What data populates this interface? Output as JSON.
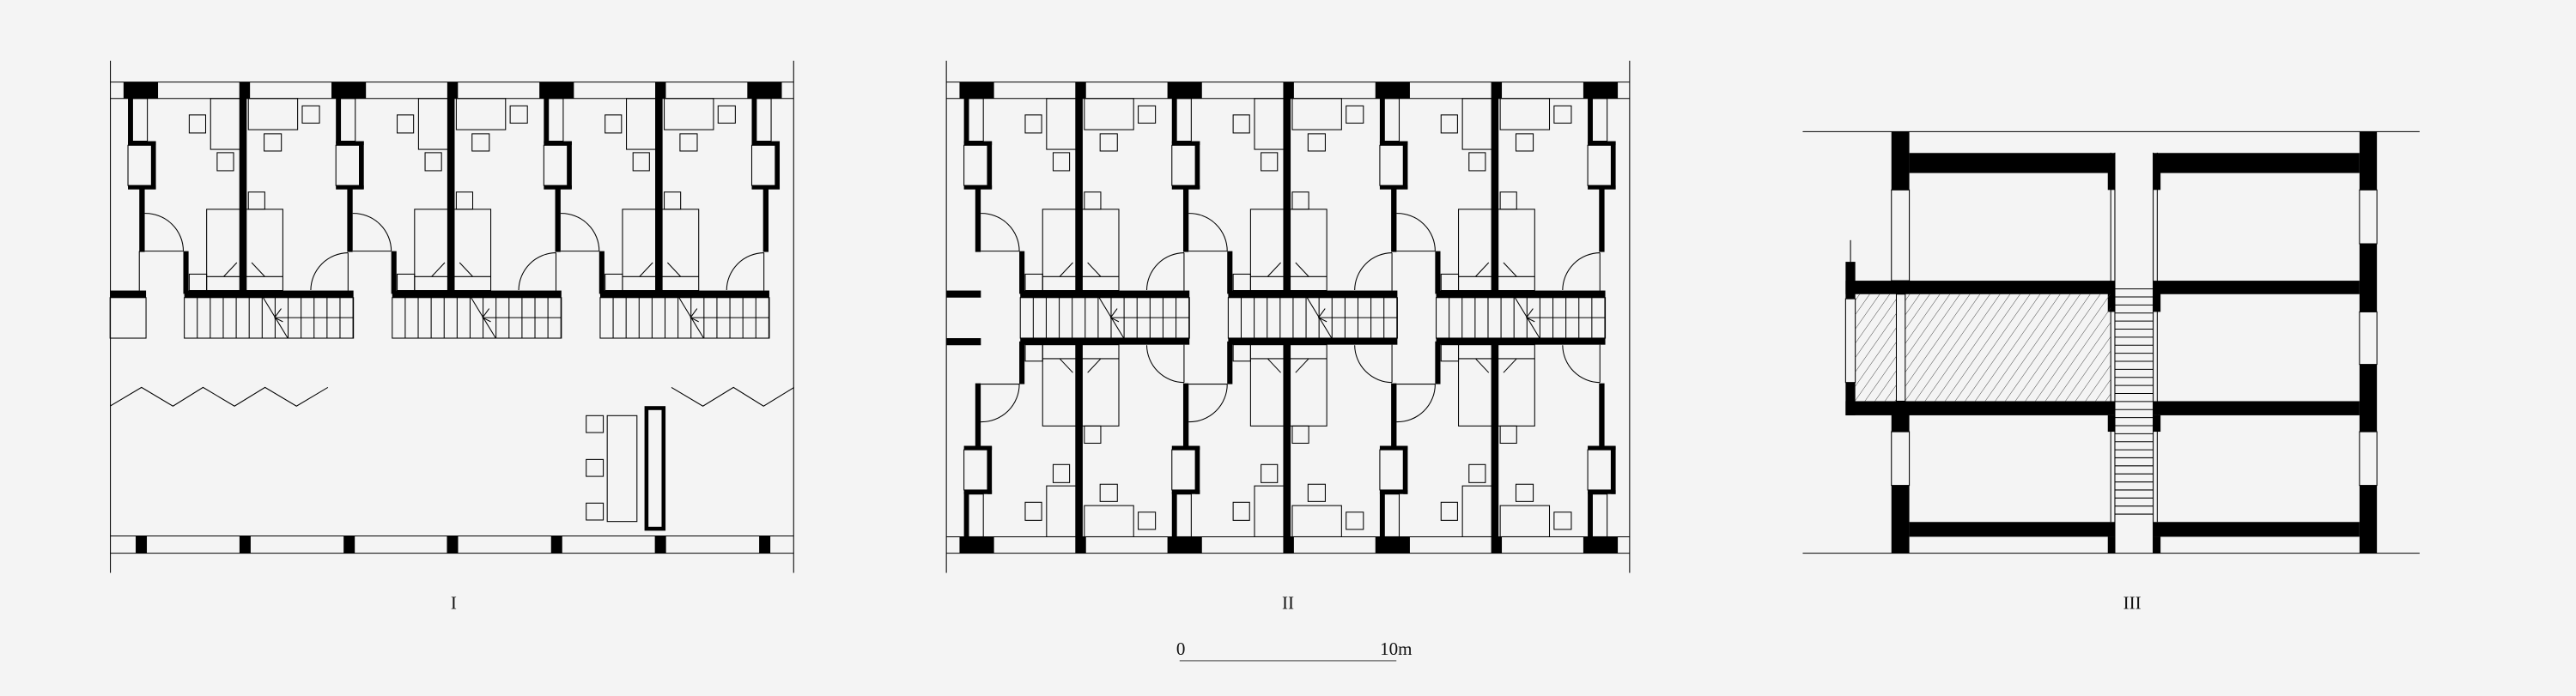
{
  "plans": [
    {
      "label": "I"
    },
    {
      "label": "II"
    },
    {
      "label": "III"
    }
  ],
  "scale_bar": {
    "start": "0",
    "end": "10m"
  },
  "colors": {
    "background": "#f4f4f4",
    "ink": "#000000"
  }
}
